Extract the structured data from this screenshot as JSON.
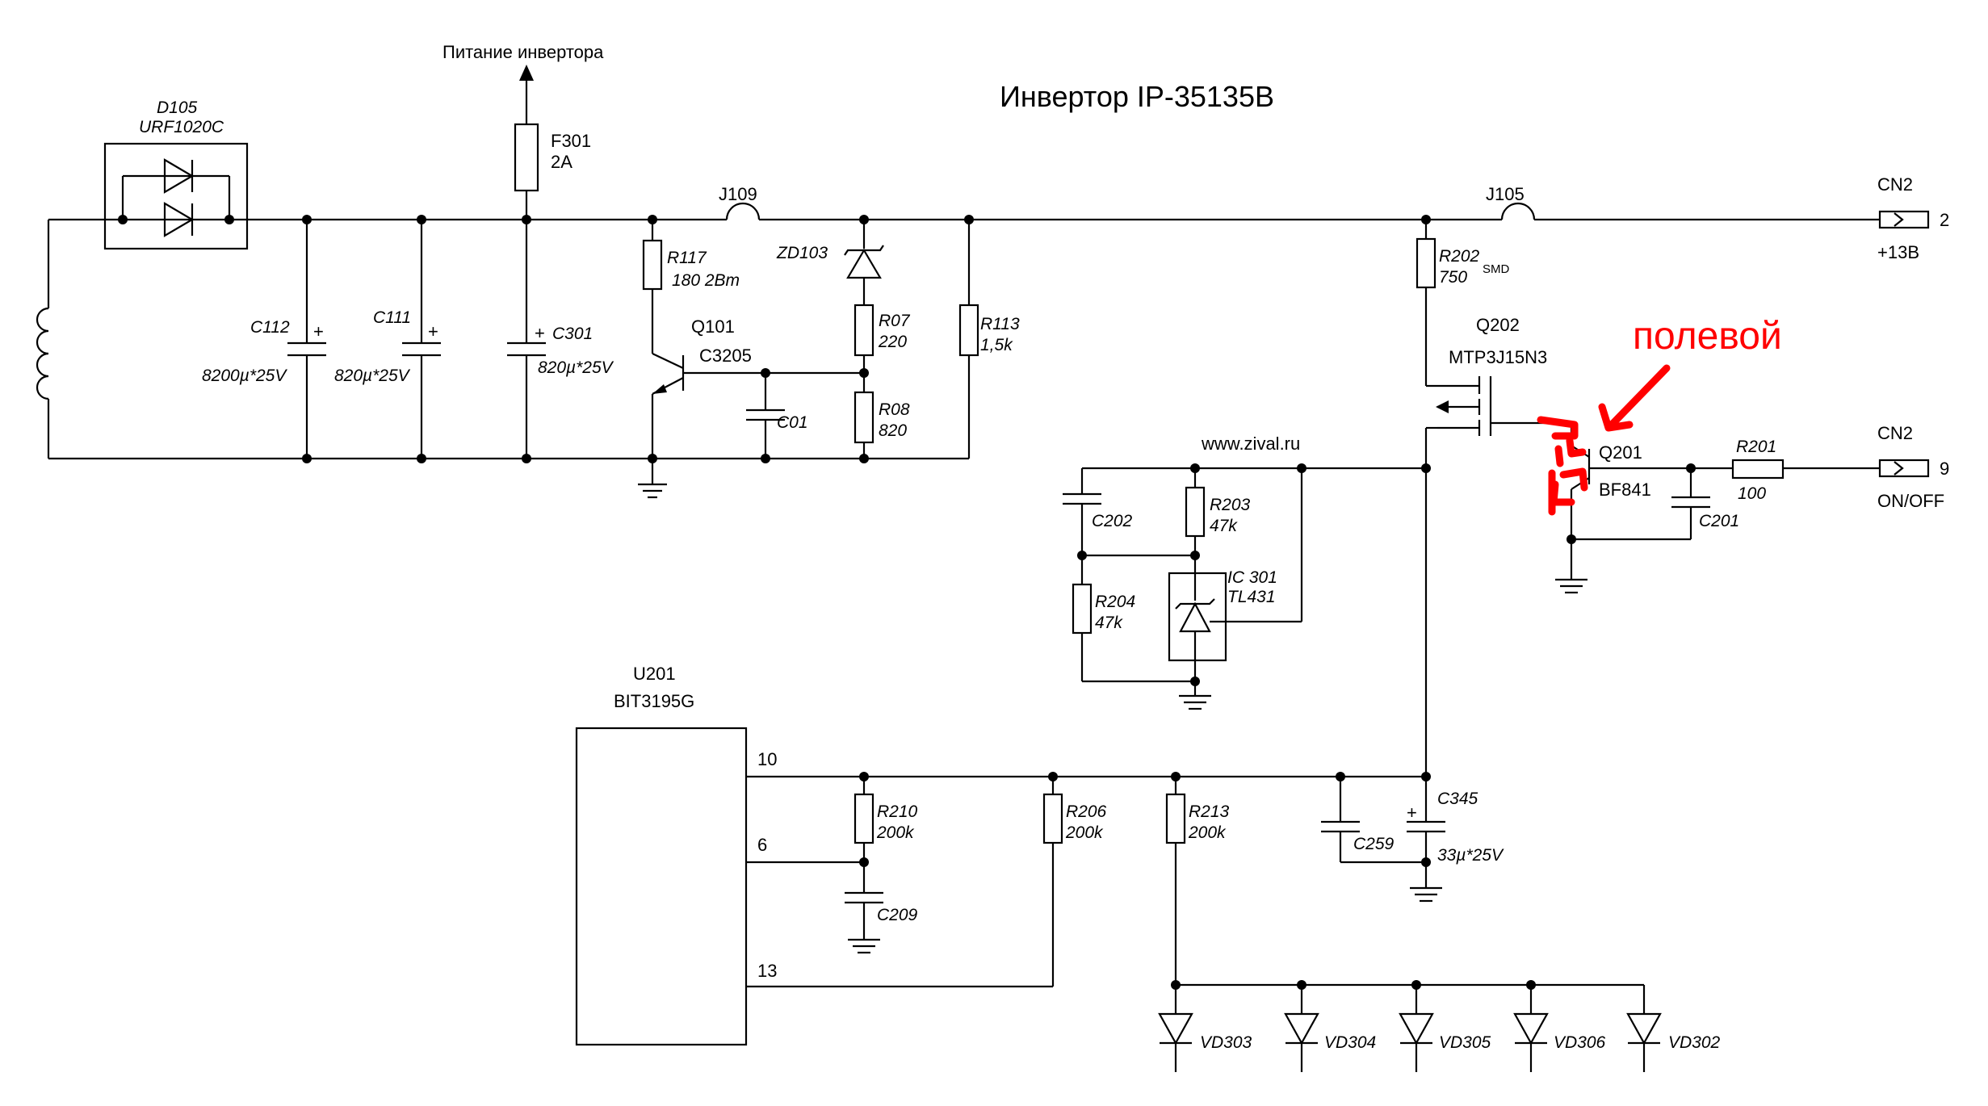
{
  "title": "Инвертор IP-35135B",
  "power_label": "Питание инвертора",
  "website": "www.zival.ru",
  "annotation": "полевой",
  "colors": {
    "wire": "#000000",
    "annotation": "#ff0000",
    "background": "#ffffff"
  },
  "components": {
    "d105": {
      "ref": "D105",
      "value": "URF1020C"
    },
    "f301": {
      "ref": "F301",
      "value": "2A"
    },
    "c112": {
      "ref": "C112",
      "value": "8200µ*25V"
    },
    "c111": {
      "ref": "C111",
      "value": "820µ*25V"
    },
    "c301": {
      "ref": "C301",
      "value": "820µ*25V"
    },
    "r117": {
      "ref": "R117",
      "value": "180 2Вm"
    },
    "q101": {
      "ref": "Q101",
      "value": "C3205"
    },
    "c01": {
      "ref": "C01"
    },
    "zd103": {
      "ref": "ZD103"
    },
    "r07": {
      "ref": "R07",
      "value": "220"
    },
    "r08": {
      "ref": "R08",
      "value": "820"
    },
    "r113": {
      "ref": "R113",
      "value": "1,5k"
    },
    "j109": {
      "ref": "J109"
    },
    "j105": {
      "ref": "J105"
    },
    "r202": {
      "ref": "R202",
      "value": "750",
      "package": "SMD"
    },
    "q202": {
      "ref": "Q202",
      "value": "MTP3J15N3"
    },
    "q201": {
      "ref": "Q201",
      "value": "BF841"
    },
    "r201": {
      "ref": "R201",
      "value": "100"
    },
    "c201": {
      "ref": "C201"
    },
    "c202": {
      "ref": "C202"
    },
    "r203": {
      "ref": "R203",
      "value": "47k"
    },
    "r204": {
      "ref": "R204",
      "value": "47k"
    },
    "ic301": {
      "ref": "IC 301",
      "value": "TL431"
    },
    "u201": {
      "ref": "U201",
      "value": "BIT3195G",
      "pins": [
        "10",
        "6",
        "13"
      ]
    },
    "r210": {
      "ref": "R210",
      "value": "200k"
    },
    "c209": {
      "ref": "C209"
    },
    "r206": {
      "ref": "R206",
      "value": "200k"
    },
    "r213": {
      "ref": "R213",
      "value": "200k"
    },
    "c259": {
      "ref": "C259"
    },
    "c345": {
      "ref": "C345",
      "value": "33µ*25V"
    },
    "vd303": {
      "ref": "VD303"
    },
    "vd304": {
      "ref": "VD304"
    },
    "vd305": {
      "ref": "VD305"
    },
    "vd306": {
      "ref": "VD306"
    },
    "vd302": {
      "ref": "VD302"
    }
  },
  "connectors": {
    "cn2_top": {
      "ref": "CN2",
      "pin": "2",
      "label": "+13В"
    },
    "cn2_bottom": {
      "ref": "CN2",
      "pin": "9",
      "label": "ON/OFF"
    }
  }
}
